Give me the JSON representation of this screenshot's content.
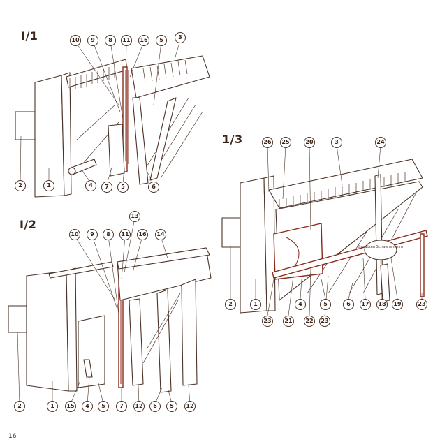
{
  "figures": {
    "fig1": {
      "title": "I/1",
      "callouts": [
        "10",
        "9",
        "8",
        "11",
        "16",
        "5",
        "3",
        "2",
        "1",
        "4",
        "7",
        "5",
        "6"
      ]
    },
    "fig2": {
      "title": "I/2",
      "callouts": [
        "13",
        "10",
        "9",
        "8",
        "11",
        "16",
        "14",
        "2",
        "1",
        "15",
        "4",
        "5",
        "7",
        "12",
        "6",
        "5",
        "12"
      ]
    },
    "fig3": {
      "title": "1/3",
      "callouts": [
        "26",
        "25",
        "20",
        "3",
        "24",
        "2",
        "1",
        "23",
        "21",
        "4",
        "22",
        "5",
        "23",
        "6",
        "17",
        "18",
        "19",
        "23"
      ]
    }
  },
  "plate_text": "Bro-Ltzen Schwanenheim",
  "page_number": "16",
  "colors": {
    "stroke": "#4a3326",
    "accent": "#8a2a1a",
    "fill": "#ffffff"
  }
}
